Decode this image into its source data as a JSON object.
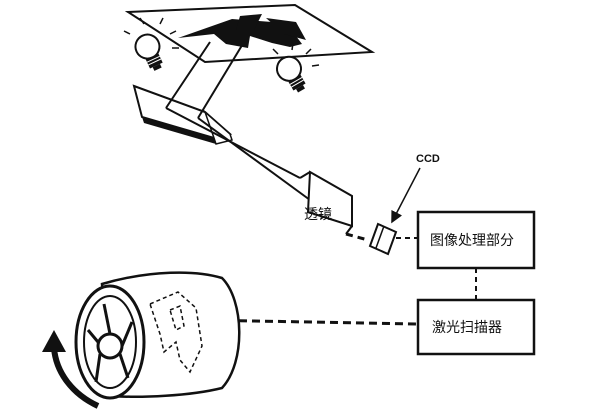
{
  "labels": {
    "ccd": "CCD",
    "lens": "透镜",
    "image_processing": "图像处理部分",
    "laser_scanner": "激光扫描器"
  },
  "colors": {
    "line": "#111111",
    "background": "#ffffff",
    "document_glyph": "#111111"
  },
  "icons": {
    "lamp_left": "light-bulb-icon",
    "lamp_right": "light-bulb-icon",
    "rotation_arrow": "curved-arrow-icon"
  }
}
